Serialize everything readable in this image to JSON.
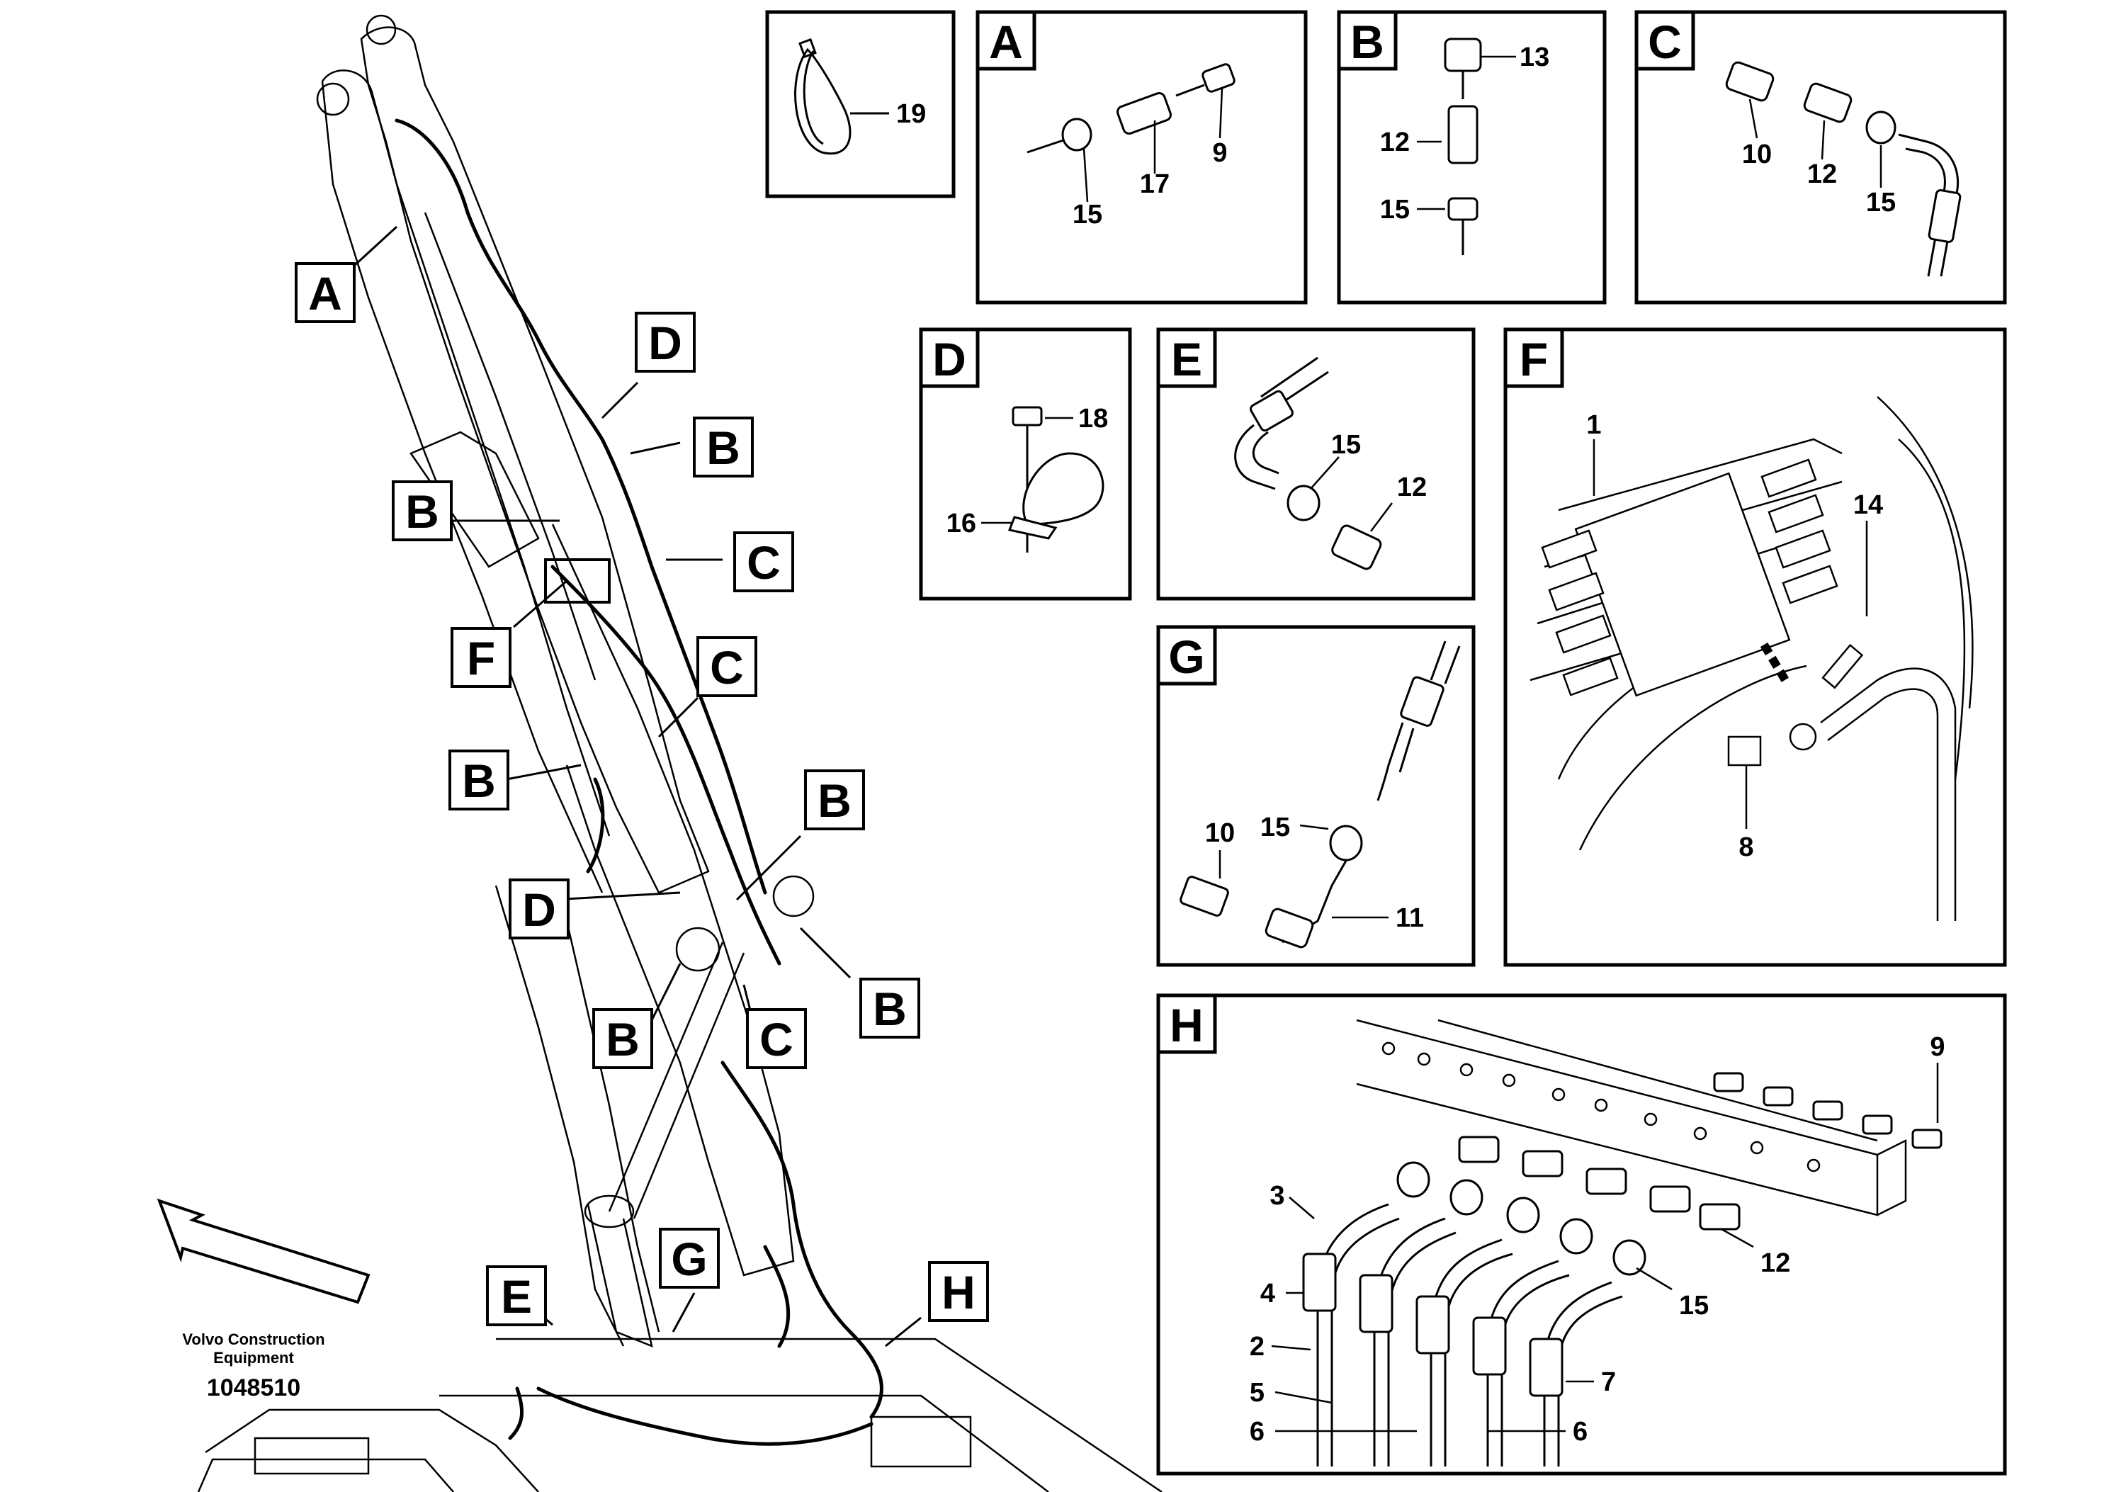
{
  "main_callouts": [
    {
      "id": "A1",
      "text": "A"
    },
    {
      "id": "D1",
      "text": "D"
    },
    {
      "id": "B1",
      "text": "B"
    },
    {
      "id": "B2",
      "text": "B"
    },
    {
      "id": "C1",
      "text": "C"
    },
    {
      "id": "F1",
      "text": "F"
    },
    {
      "id": "C2",
      "text": "C"
    },
    {
      "id": "B3",
      "text": "B"
    },
    {
      "id": "B4",
      "text": "B"
    },
    {
      "id": "D2",
      "text": "D"
    },
    {
      "id": "B5",
      "text": "B"
    },
    {
      "id": "B6",
      "text": "B"
    },
    {
      "id": "C3",
      "text": "C"
    },
    {
      "id": "E1",
      "text": "E"
    },
    {
      "id": "G1",
      "text": "G"
    },
    {
      "id": "H1",
      "text": "H"
    }
  ],
  "footer": {
    "brand_line1": "Volvo Construction",
    "brand_line2": "Equipment",
    "doc_number": "1048510"
  },
  "panels": {
    "p19": {
      "items": [
        "19"
      ]
    },
    "A": {
      "title": "A",
      "items": [
        "15",
        "17",
        "9"
      ]
    },
    "B": {
      "title": "B",
      "items": [
        "13",
        "12",
        "15"
      ]
    },
    "C": {
      "title": "C",
      "items": [
        "10",
        "12",
        "15"
      ]
    },
    "D": {
      "title": "D",
      "items": [
        "18",
        "16"
      ]
    },
    "E": {
      "title": "E",
      "items": [
        "15",
        "12"
      ]
    },
    "F": {
      "title": "F",
      "items": [
        "1",
        "14",
        "8"
      ]
    },
    "G": {
      "title": "G",
      "items": [
        "15",
        "10",
        "11"
      ]
    },
    "H": {
      "title": "H",
      "items": [
        "9",
        "3",
        "4",
        "12",
        "2",
        "15",
        "5",
        "7",
        "6",
        "6"
      ]
    }
  }
}
